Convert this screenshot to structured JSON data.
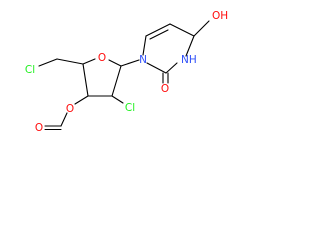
{
  "molecule": {
    "atoms": {
      "oh": "OH",
      "ring_o": "O",
      "n1": "N",
      "nh": "NH",
      "c2_o": "O",
      "cl_methyl": "Cl",
      "cl_ring": "Cl",
      "ester_o": "O",
      "formyl_o": "O"
    }
  },
  "colors": {
    "oxygen": "#ff0d0d",
    "nitrogen": "#3050f8",
    "chlorine": "#1ff01f",
    "bond": "#000000"
  }
}
